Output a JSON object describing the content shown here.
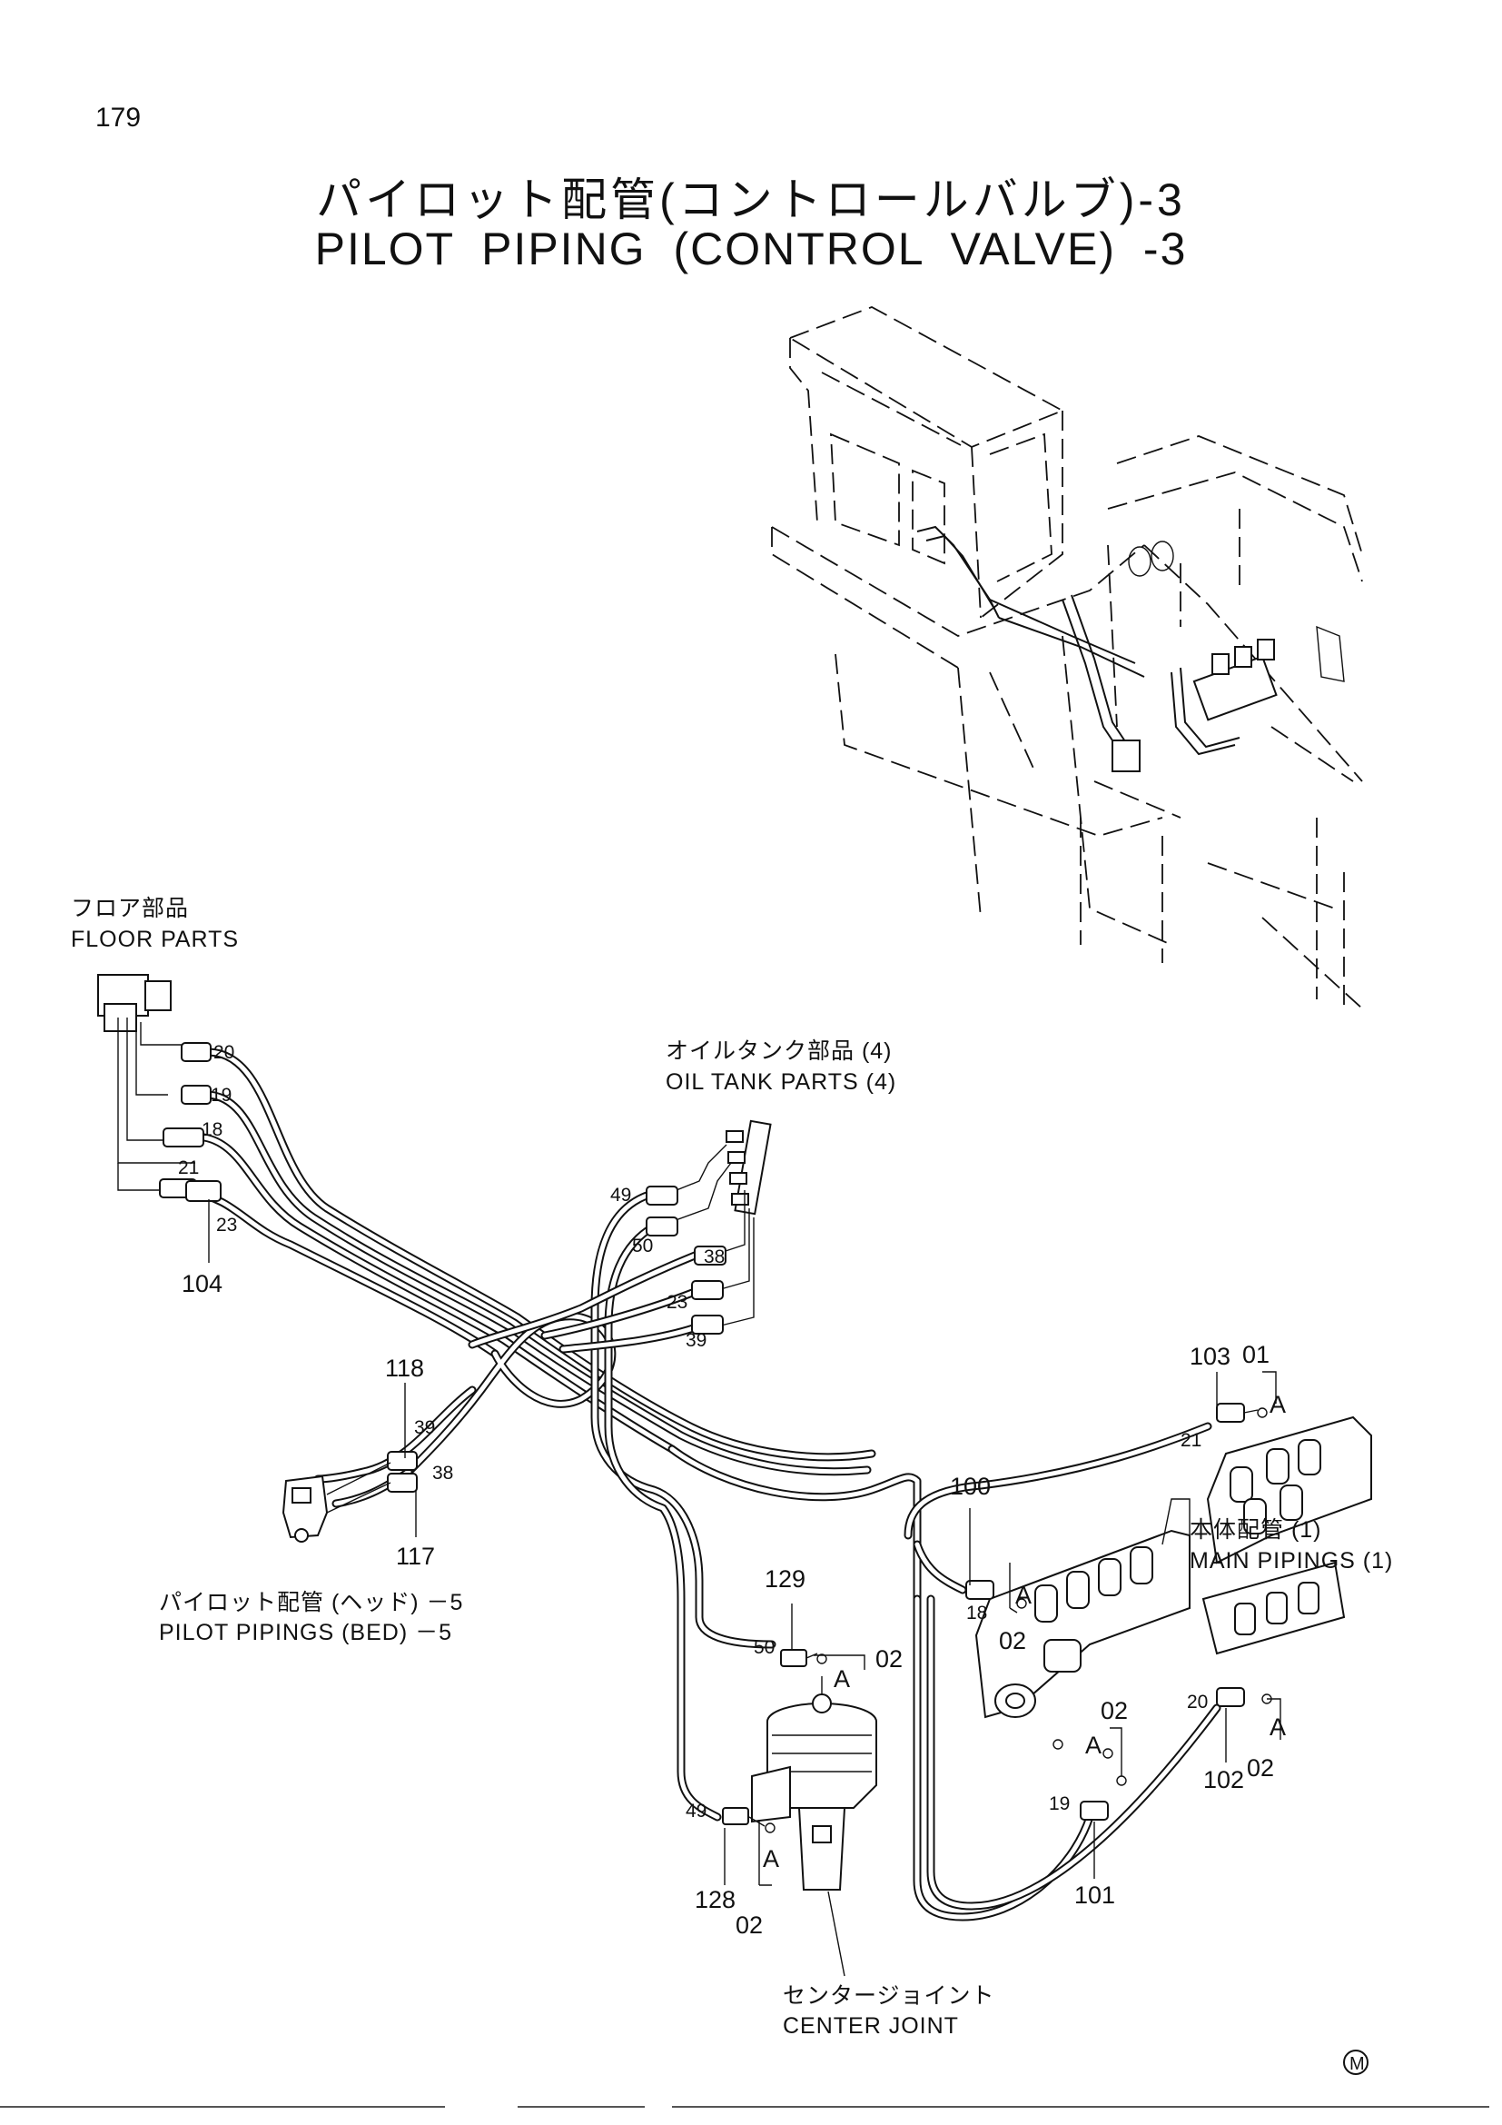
{
  "page_number": "179",
  "title": {
    "jp": "パイロット配管(コントロールバルブ)-3",
    "en": "PILOT PIPING (CONTROL VALVE) -3"
  },
  "callouts": {
    "floor_parts": {
      "jp": "フロア部品",
      "en": "FLOOR PARTS"
    },
    "oil_tank_parts": {
      "jp": "オイルタンク部品 (4)",
      "en": "OIL TANK PARTS (4)"
    },
    "pilot_pipings_bed": {
      "jp": "パイロット配管 (ヘッド) －5",
      "en": "PILOT PIPINGS (BED) －5"
    },
    "main_pipings": {
      "jp": "本体配管 (1)",
      "en": "MAIN PIPINGS (1)"
    },
    "center_joint": {
      "jp": "センタージョイント",
      "en": "CENTER JOINT"
    }
  },
  "part_numbers": {
    "p104": "104",
    "p118": "118",
    "p117": "117",
    "p129": "129",
    "p128": "128",
    "p100": "100",
    "p103": "103",
    "p101": "101",
    "p102": "102",
    "h20": "20",
    "h19": "19",
    "h18": "18",
    "h21": "21",
    "h23": "23",
    "h49": "49",
    "h50": "50",
    "h38": "38",
    "h23b": "23",
    "h39": "39",
    "h39b": "39",
    "h38b": "38",
    "h50b": "50",
    "h49b": "49",
    "h18b": "18",
    "h21b": "21",
    "h20b": "20",
    "h19b": "19",
    "f01": "01",
    "f02a": "02",
    "f02b": "02",
    "f02c": "02",
    "f02d": "02",
    "f02e": "02"
  },
  "view_marks": {
    "a": "A"
  },
  "maker_mark": "M"
}
